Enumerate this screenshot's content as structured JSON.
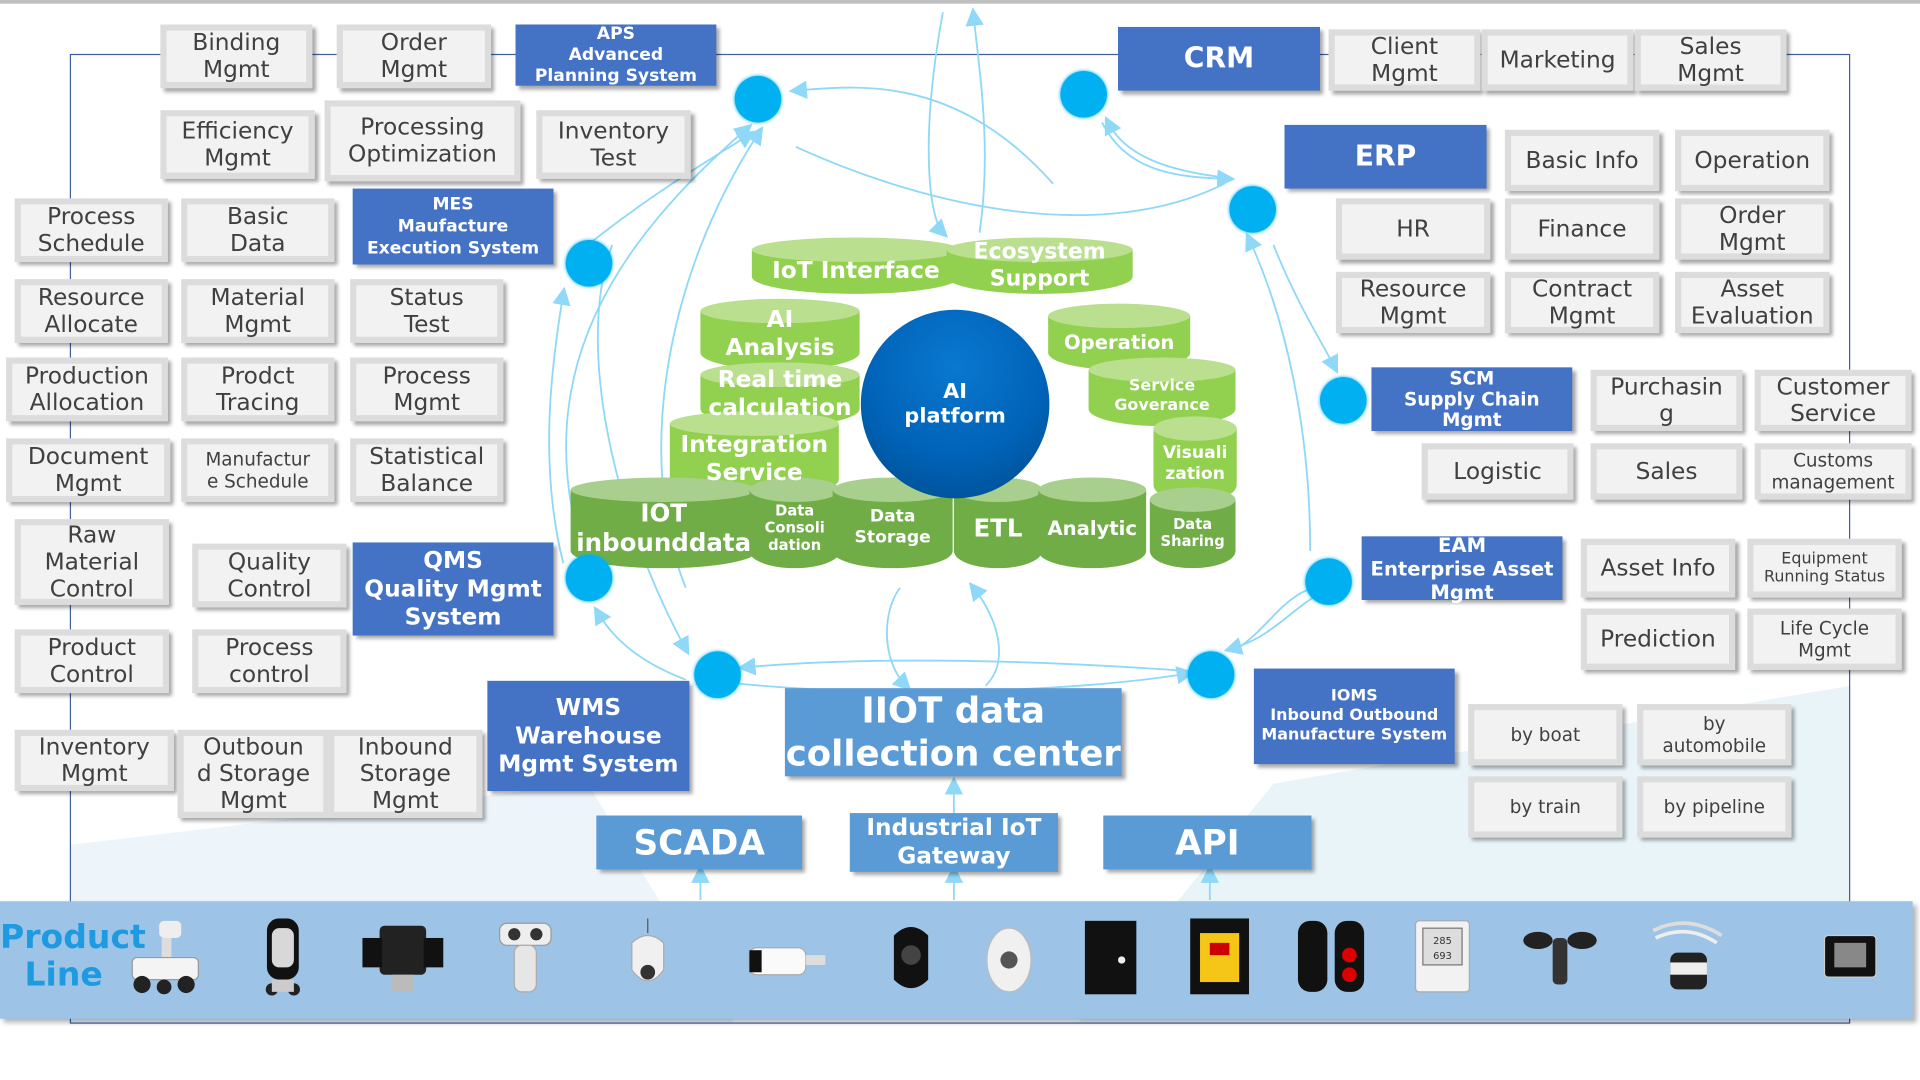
{
  "diagram": {
    "core": {
      "ai_platform": "AI\nplatform",
      "upper_modules": [
        "IoT Interface",
        "Ecosystem\nSupport",
        "AI\nAnalysis",
        "Real time\ncalculation",
        "Integration\nService",
        "Operation",
        "Service\nGoverance",
        "Visuali\nzation"
      ],
      "base_modules": [
        "IOT\ninbounddata",
        "Data\nConsoli\ndation",
        "Data\nStorage",
        "ETL",
        "Analytic",
        "Data\nSharing"
      ]
    },
    "systems": {
      "aps": "APS\nAdvanced\nPlanning System",
      "mes": "MES\nMaufacture\nExecution System",
      "qms": "QMS\nQuality Mgmt\nSystem",
      "wms": "WMS\nWarehouse\nMgmt System",
      "crm": "CRM",
      "erp": "ERP",
      "scm": "SCM\nSupply Chain\nMgmt",
      "eam": "EAM\nEnterprise Asset\nMgmt",
      "ioms": "IOMS\nInbound Outbound\nManufacture System"
    },
    "hubs": {
      "iiot_center": "IIOT data\ncollection center",
      "scada": "SCADA",
      "gateway": "Industrial IoT\nGateway",
      "api": "API"
    },
    "aps_modules": [
      "Binding\nMgmt",
      "Order\nMgmt",
      "Efficiency\nMgmt",
      "Processing\nOptimization",
      "Inventory\nTest"
    ],
    "mes_modules": [
      "Process\nSchedule",
      "Basic\nData",
      "Resource\nAllocate",
      "Material\nMgmt",
      "Status\nTest",
      "Production\nAllocation",
      "Prodct\nTracing",
      "Process\nMgmt",
      "Document\nMgmt",
      "Manufactur\ne Schedule",
      "Statistical\nBalance"
    ],
    "qms_modules": [
      "Raw\nMaterial\nControl",
      "Quality\nControl",
      "Product\nControl",
      "Process\ncontrol"
    ],
    "wms_modules": [
      "Inventory\nMgmt",
      "Outboun\nd Storage\nMgmt",
      "Inbound\nStorage\nMgmt"
    ],
    "crm_modules": [
      "Client\nMgmt",
      "Marketing",
      "Sales\nMgmt"
    ],
    "erp_modules": [
      "Basic Info",
      "Operation",
      "HR",
      "Finance",
      "Order\nMgmt",
      "Resource\nMgmt",
      "Contract\nMgmt",
      "Asset\nEvaluation"
    ],
    "scm_modules": [
      "Purchasin\ng",
      "Customer\nService",
      "Logistic",
      "Sales",
      "Customs\nmanagement"
    ],
    "eam_modules": [
      "Asset Info",
      "Equipment\nRunning Status",
      "Prediction",
      "Life Cycle\nMgmt"
    ],
    "ioms_modules": [
      "by boat",
      "by\nautomobile",
      "by train",
      "by pipeline"
    ],
    "product_line": {
      "label": "Product\nLine",
      "devices": [
        "patrol-robot-icon",
        "access-terminal-icon",
        "ptz-camera-icon",
        "thermal-camera-icon",
        "speed-dome-icon",
        "bullet-camera-icon",
        "pt-dome-icon",
        "fisheye-camera-icon",
        "control-box-icon",
        "alarm-panel-icon",
        "beam-detector-icon",
        "temp-humidity-sensor-icon",
        "anemometer-icon",
        "sensor-probe-icon",
        "floodlight-icon"
      ]
    },
    "colors": {
      "system_blue": "#4472c4",
      "hub_blue": "#5b9bd5",
      "node_cyan": "#00b0f0",
      "module_green_light": "#92d050",
      "module_green_dark": "#70ad47",
      "ai_blue": "#0063b8",
      "product_bar": "#9dc3e6"
    }
  }
}
